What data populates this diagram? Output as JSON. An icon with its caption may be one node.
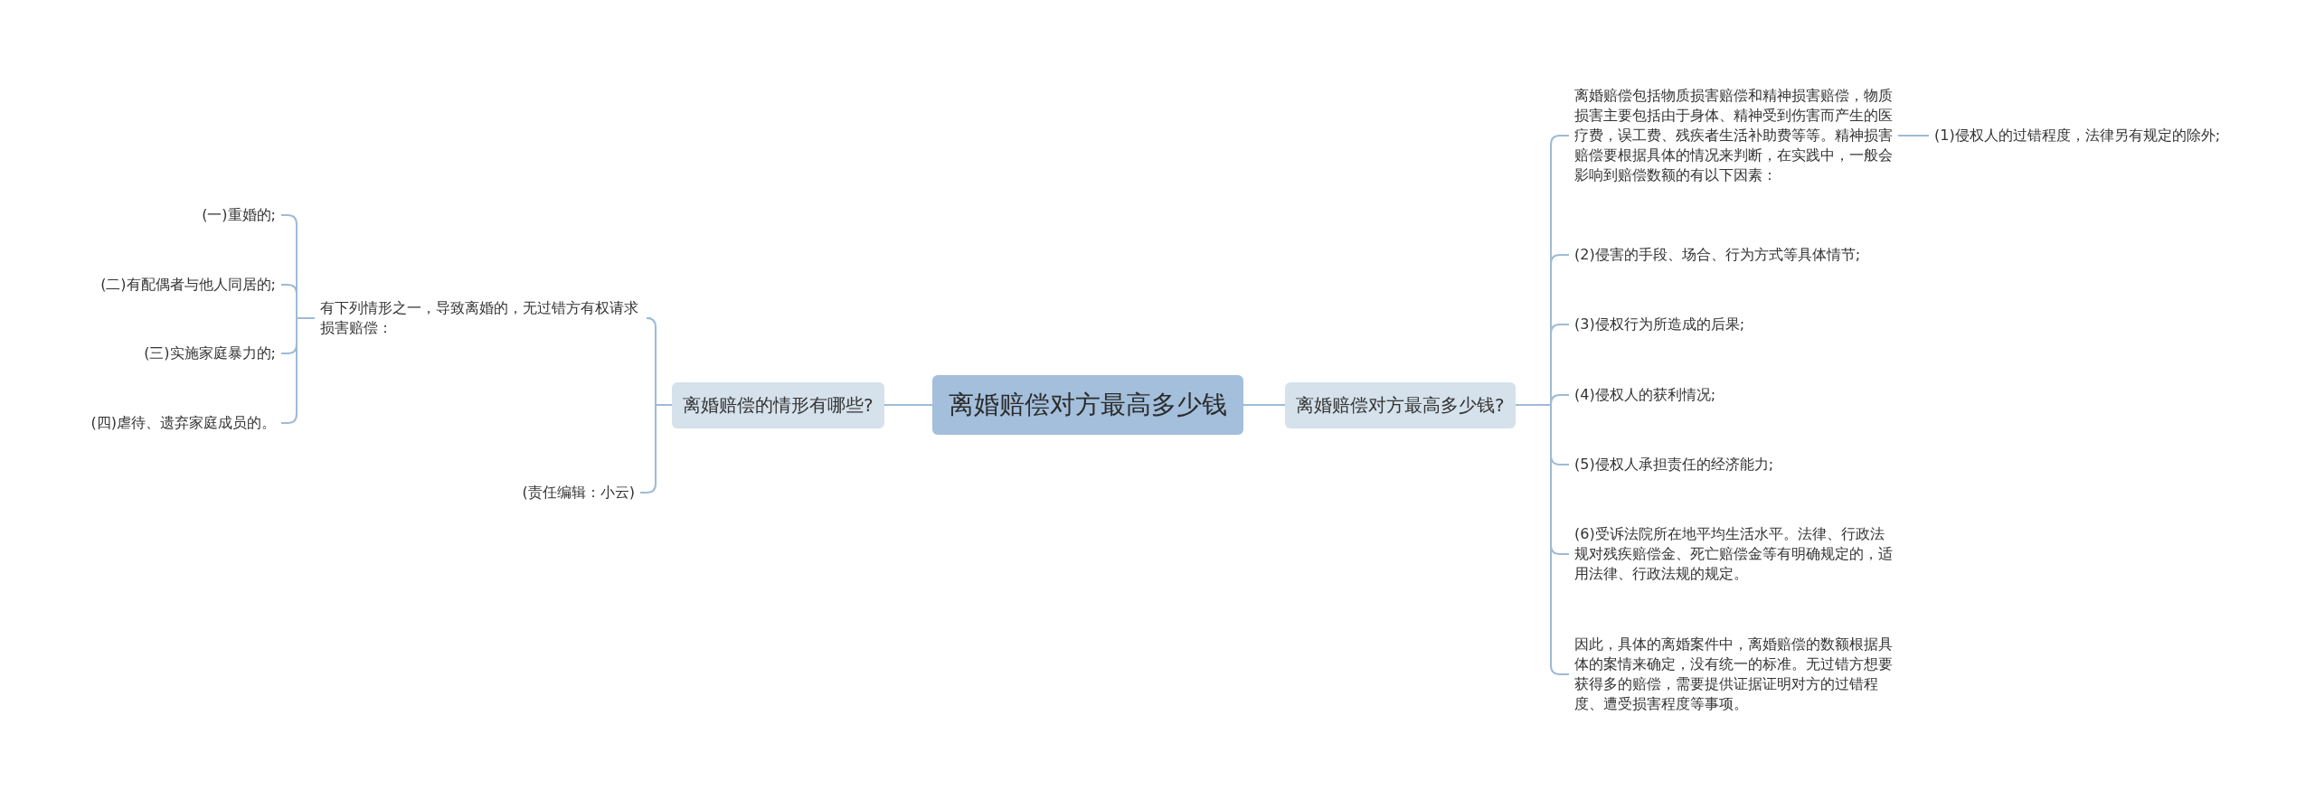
{
  "diagram": {
    "nodes": [
      {
        "text": [
          "离婚赔偿对方最高多少钱"
        ]
      },
      {
        "text": [
          "离婚赔偿的情形有哪些?"
        ]
      },
      {
        "text": [
          "有下列情形之一，导致离婚的，无过错方有权请求损害赔偿："
        ]
      },
      {
        "text": [
          "(一)重婚的;"
        ]
      },
      {
        "text": [
          "(二)有配偶者与他人同居的;"
        ]
      },
      {
        "text": [
          "(三)实施家庭暴力的;"
        ]
      },
      {
        "text": [
          "(四)虐待、遗弃家庭成员的。"
        ]
      },
      {
        "text": [
          "(责任编辑：小云)"
        ]
      },
      {
        "text": [
          "离婚赔偿对方最高多少钱?"
        ]
      },
      {
        "text": [
          "离婚赔偿包括物质损害赔偿和精神损害赔偿，物质损害主要包括由于身体、精神受到伤害而产生的医疗费，误工费、残疾者生活补助费等等。精神损害赔偿要根据具体的情况来判断，在实践中，一般会影响到赔偿数额的有以下因素："
        ]
      },
      {
        "text": [
          "(1)侵权人的过错程度，法律另有规定的除外;"
        ]
      },
      {
        "text": [
          "(2)侵害的手段、场合、行为方式等具体情节;"
        ]
      },
      {
        "text": [
          "(3)侵权行为所造成的后果;"
        ]
      },
      {
        "text": [
          "(4)侵权人的获利情况;"
        ]
      },
      {
        "text": [
          "(5)侵权人承担责任的经济能力;"
        ]
      },
      {
        "text": [
          "(6)受诉法院所在地平均生活水平。法律、行政法规对残疾赔偿金、死亡赔偿金等有明确规定的，适用法律、行政法规的规定。"
        ]
      },
      {
        "text": [
          "因此，具体的离婚案件中，离婚赔偿的数额根据具体的案情来确定，没有统一的标准。无过错方想要获得多的赔偿，需要提供证据证明对方的过错程度、遭受损害程度等事项。"
        ]
      }
    ],
    "edges": [
      {
        "from": 0,
        "to": 1,
        "arrow": "none"
      },
      {
        "from": 1,
        "to": 2,
        "arrow": "none"
      },
      {
        "from": 2,
        "to": 3,
        "arrow": "none"
      },
      {
        "from": 2,
        "to": 4,
        "arrow": "none"
      },
      {
        "from": 2,
        "to": 5,
        "arrow": "none"
      },
      {
        "from": 2,
        "to": 6,
        "arrow": "none"
      },
      {
        "from": 1,
        "to": 7,
        "arrow": "none"
      },
      {
        "from": 0,
        "to": 8,
        "arrow": "none"
      },
      {
        "from": 8,
        "to": 9,
        "arrow": "none"
      },
      {
        "from": 9,
        "to": 10,
        "arrow": "none"
      },
      {
        "from": 8,
        "to": 11,
        "arrow": "none"
      },
      {
        "from": 8,
        "to": 12,
        "arrow": "none"
      },
      {
        "from": 8,
        "to": 13,
        "arrow": "none"
      },
      {
        "from": 8,
        "to": 14,
        "arrow": "none"
      },
      {
        "from": 8,
        "to": 15,
        "arrow": "none"
      },
      {
        "from": 8,
        "to": 16,
        "arrow": "none"
      }
    ]
  }
}
